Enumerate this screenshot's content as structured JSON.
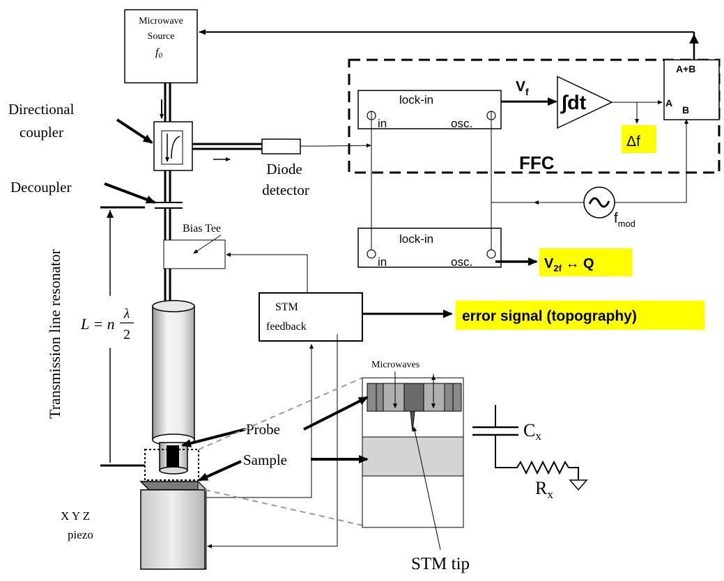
{
  "microwave_source": {
    "line1": "Microwave",
    "line2": "Source",
    "freq": "f",
    "freq_sub": "0"
  },
  "directional_coupler": {
    "line1": "Directional",
    "line2": "coupler"
  },
  "decoupler": "Decoupler",
  "diode_detector": {
    "line1": "Diode",
    "line2": "detector"
  },
  "bias_tee": "Bias Tee",
  "resonator_label": "Transmission line resonator",
  "length_eq": {
    "lhs": "L = n",
    "num": "λ",
    "den": "2"
  },
  "stm_feedback": {
    "line1": "STM",
    "line2": "feedback"
  },
  "ffc": "FFC",
  "lockin_top": {
    "title": "lock-in",
    "in": "in",
    "osc": "osc."
  },
  "lockin_bottom": {
    "title": "lock-in",
    "in": "in",
    "osc": "osc."
  },
  "integrator": "∫dt",
  "vf": {
    "main": "V",
    "sub": "f"
  },
  "delta_f": "Δf",
  "adder": {
    "sum": "A+B",
    "a": "A",
    "b": "B"
  },
  "fmod": {
    "main": "f",
    "sub": "mod"
  },
  "v2f_q": {
    "main": "V",
    "sub": "2f",
    "rest": " ↔ Q"
  },
  "error_signal": "error signal (topography)",
  "microwaves": "Microwaves",
  "probe": "Probe",
  "sample": "Sample",
  "cx": {
    "main": "C",
    "sub": "x"
  },
  "rx": {
    "main": "R",
    "sub": "x"
  },
  "xyz_piezo": {
    "line1": "X Y Z",
    "line2": "piezo"
  },
  "stm_tip": "STM tip",
  "colors": {
    "highlight": "#ffff00",
    "ink": "#000000",
    "gray_light": "#d9d9d9",
    "gray_mid": "#bfbfbf",
    "gray_dark": "#7f7f7f",
    "dash": "#999999"
  }
}
